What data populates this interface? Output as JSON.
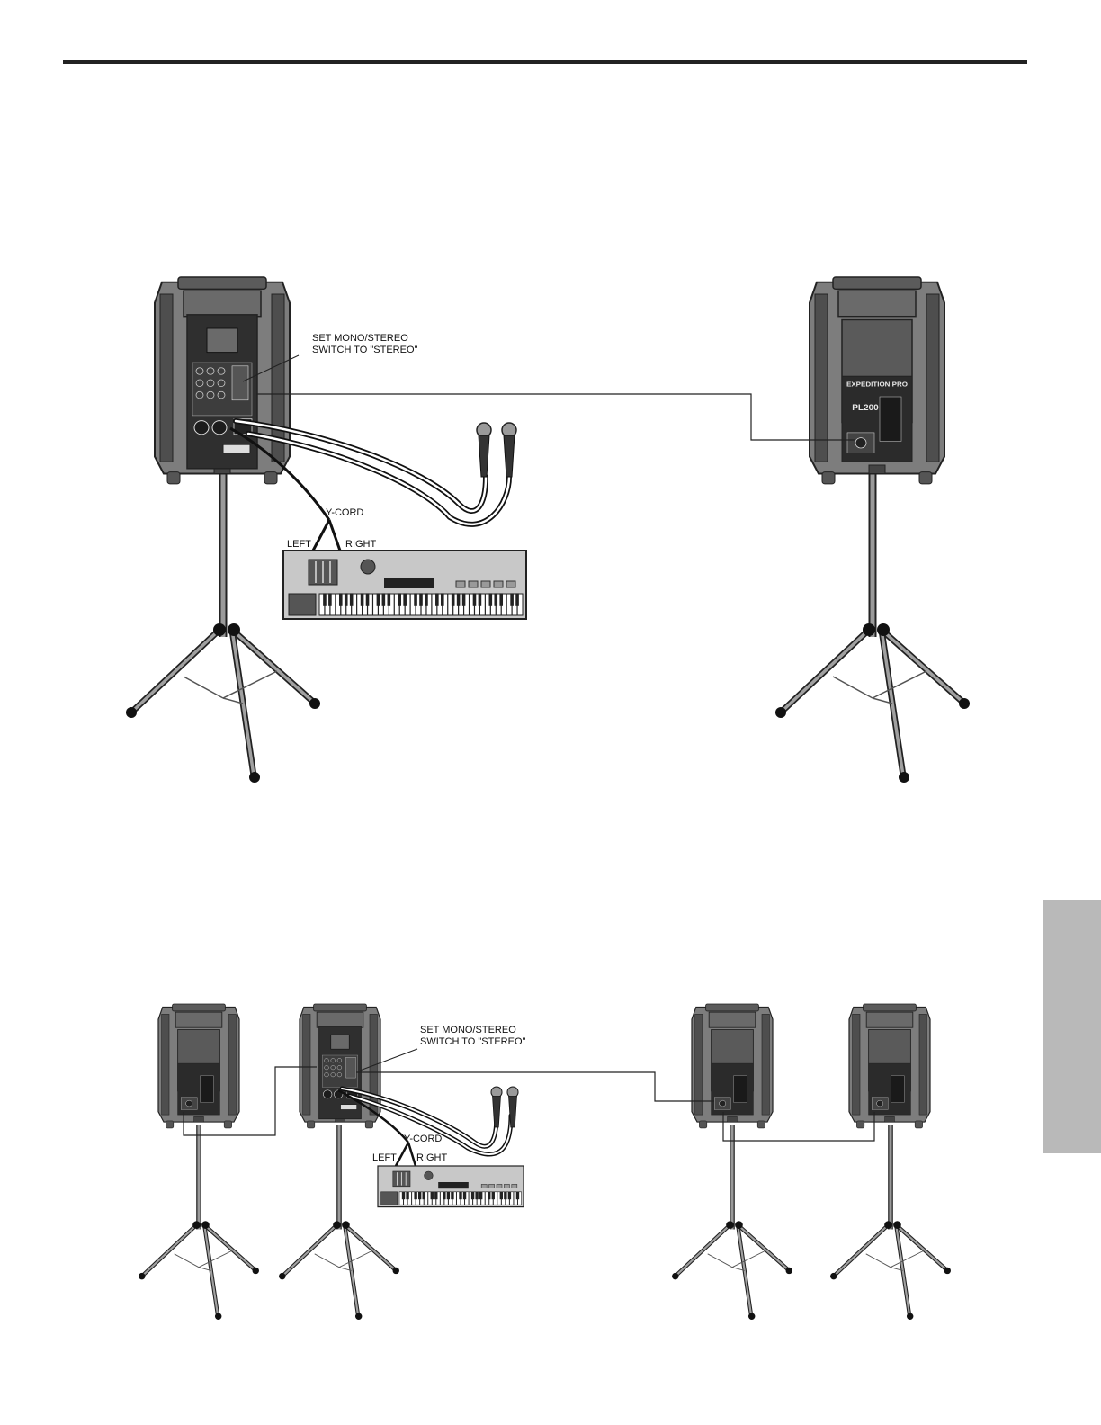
{
  "diagram_top": {
    "switch_note_line1": "SET MONO/STEREO",
    "switch_note_line2": "SWITCH TO \"STEREO\"",
    "ycord": "Y-CORD",
    "left": "LEFT",
    "right": "RIGHT",
    "brand": "EXPEDITION PRO",
    "model": "PL200"
  },
  "diagram_bottom": {
    "switch_note_line1": "SET MONO/STEREO",
    "switch_note_line2": "SWITCH TO \"STEREO\"",
    "ycord": "Y-CORD",
    "left": "LEFT",
    "right": "RIGHT"
  },
  "colors": {
    "rule": "#222222",
    "side_tab": "#b9b9b9",
    "speaker_body": "#7a7a7a",
    "speaker_dark": "#3a3a3a",
    "keyboard": "#c8c8c8"
  }
}
